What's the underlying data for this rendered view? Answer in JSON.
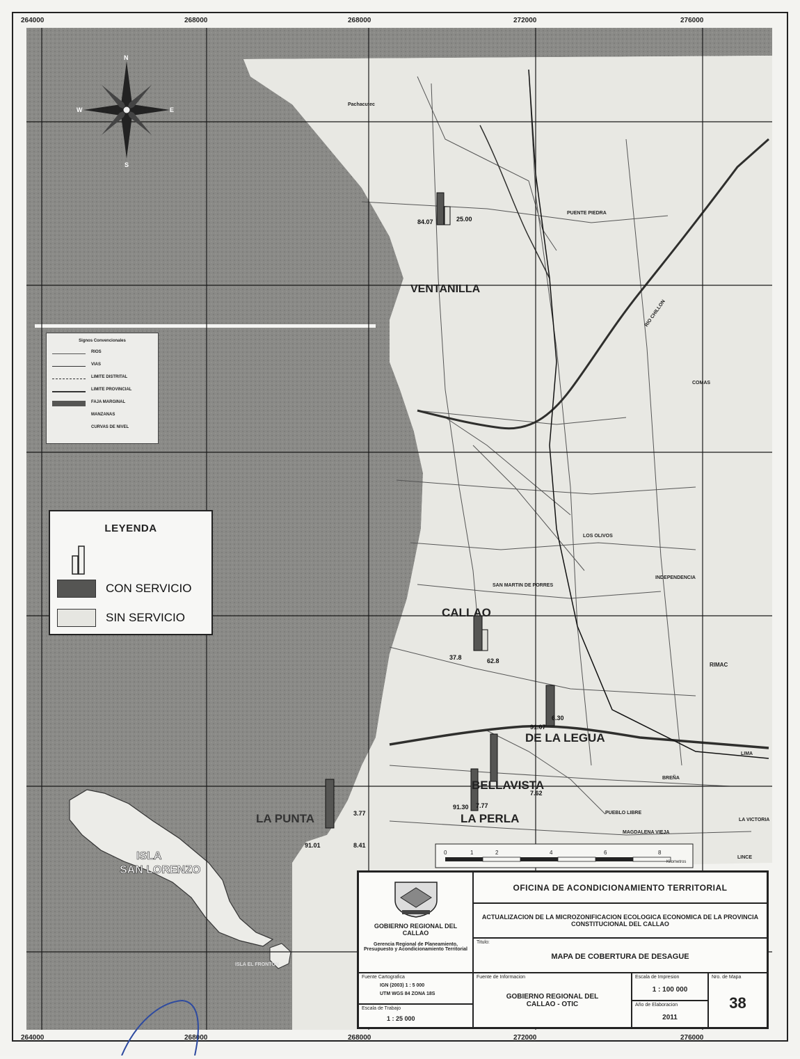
{
  "colors": {
    "sea": "#8a8a87",
    "land": "#e8e8e3",
    "service": "#555553",
    "noservice": "#e0e0da",
    "grid": "#1a1a1a",
    "river": "#3a3a38"
  },
  "grid_labels": {
    "top": [
      "264000",
      "268000",
      "268000",
      "272000",
      "276000"
    ],
    "bottom": [
      "264000",
      "268000",
      "268000",
      "272000",
      "276000"
    ]
  },
  "places": {
    "ventanilla": "VENTANILLA",
    "callao": "CALLAO",
    "de_la_legua": "DE LA LEGUA",
    "bellavista": "BELLAVISTA",
    "la_perla": "LA PERLA",
    "la_punta": "LA PUNTA",
    "isla_san_lorenzo": "ISLA\nSAN LORENZO",
    "rimac": "RIMAC",
    "puente_piedra": "PUENTE PIEDRA",
    "los_olivos": "LOS OLIVOS",
    "independencia": "INDEPENDENCIA",
    "comas": "COMAS",
    "lima": "LIMA",
    "brena": "BREÑA",
    "pueblo_libre": "PUEBLO LIBRE",
    "magdalena": "MAGDALENA VIEJA",
    "la_victoria": "LA VICTORIA",
    "lince": "LINCE",
    "pachacutec": "Pachacutec",
    "san_martin": "SAN MARTIN DE PORRES",
    "rio_chillon": "RIO CHILLON",
    "isla_fronton": "ISLA\nEL FRONTON"
  },
  "values": {
    "v1": "84.07",
    "v2": "25.00",
    "v3": "37.8",
    "v4": "62.8",
    "v5": "6.30",
    "v6": "91.07",
    "v7": "7.62",
    "v8": "7.77",
    "v9": "91.30",
    "v10": "91.01",
    "v11": "8.41",
    "v12": "3.77"
  },
  "small_legend": {
    "title": "Signos Convencionales",
    "items": [
      "RIOS",
      "VIAS",
      "LIMITE DISTRITAL",
      "LIMITE PROVINCIAL",
      "FAJA MARGINAL",
      "MANZANAS",
      "CURVAS DE NIVEL"
    ]
  },
  "legend": {
    "title": "LEYENDA",
    "con_servicio": "CON SERVICIO",
    "sin_servicio": "SIN SERVICIO"
  },
  "compass": {
    "n": "N",
    "s": "S",
    "e": "E",
    "w": "W"
  },
  "scale_ticks": [
    "0",
    "1",
    "2",
    "4",
    "6",
    "8"
  ],
  "scale_unit": "Kilometros",
  "titleblock": {
    "office": "OFICINA DE ACONDICIONAMIENTO TERRITORIAL",
    "project": "ACTUALIZACION DE LA MICROZONIFICACION ECOLOGICA ECONOMICA DE LA PROVINCIA CONSTITUCIONAL DEL CALLAO",
    "title_label": "Titulo:",
    "map_title": "MAPA DE COBERTURA DE DESAGUE",
    "gov_name": "GOBIERNO REGIONAL DEL CALLAO",
    "gov_sub": "Gerencia Regional de Planeamiento, Presupuesto y Acondicionamiento Territorial",
    "fuente_cart_label": "Fuente Cartografica",
    "fuente_cart_val1": "IGN (2003)  1 : 5 000",
    "fuente_cart_val2": "UTM WGS 84 ZONA 18S",
    "fuente_info_label": "Fuente de Informacion",
    "fuente_info_val": "GOBIERNO REGIONAL DEL CALLAO - OTIC",
    "escala_imp_label": "Escala de Impresion",
    "escala_imp_val": "1 : 100 000",
    "nro_mapa_label": "Nro. de Mapa",
    "nro_mapa_val": "38",
    "escala_trab_label": "Escala de Trabajo",
    "escala_trab_val": "1 : 25 000",
    "anio_label": "Año de Elaboracion",
    "anio_val": "2011"
  }
}
